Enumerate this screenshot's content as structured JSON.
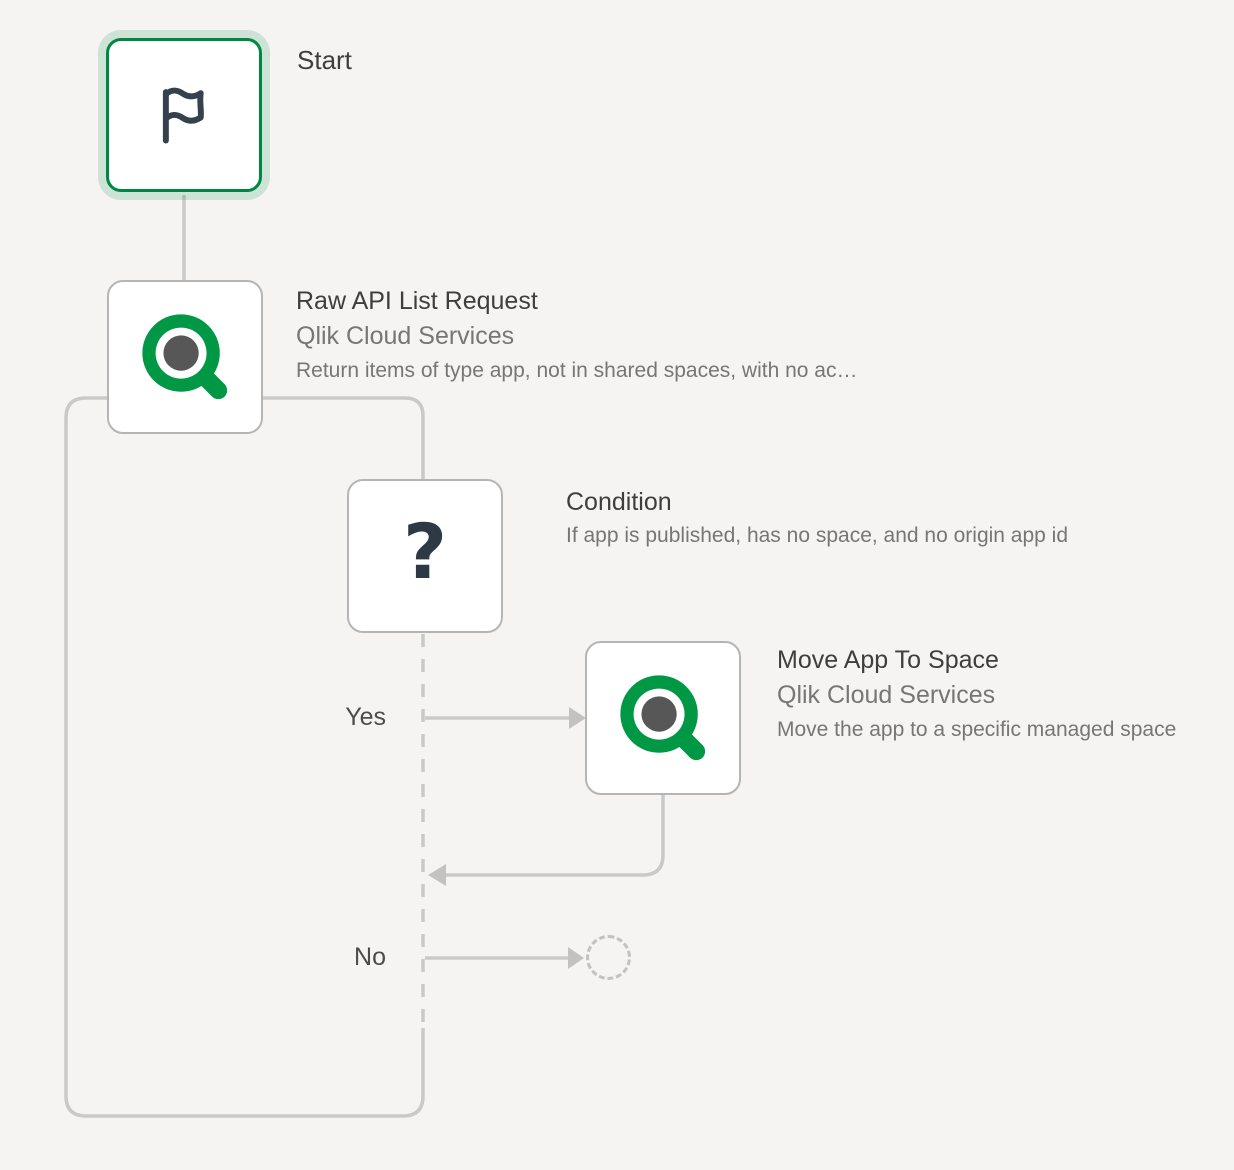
{
  "colors": {
    "background": "#f5f4f2",
    "node_fill": "#ffffff",
    "node_border": "#b5b5b5",
    "connector": "#c9c9c9",
    "brand_green": "#009845",
    "selection_green": "#008843",
    "icon_dark": "#35414d",
    "logo_dot": "#575757",
    "title_text": "#3e3e3e",
    "muted_text": "#767676"
  },
  "nodes": {
    "start": {
      "label": "Start",
      "icon": "flag-icon",
      "selected": true
    },
    "raw_api": {
      "title": "Raw API List Request",
      "subtitle": "Qlik Cloud Services",
      "description": "Return items of type app, not in shared spaces, with no ac…",
      "icon": "qlik-logo-icon"
    },
    "condition": {
      "title": "Condition",
      "description": "If app is published, has no space, and no origin app id",
      "icon": "question-mark-icon",
      "glyph": "?"
    },
    "move_app": {
      "title": "Move App To Space",
      "subtitle": "Qlik Cloud Services",
      "description": "Move the app to a specific managed space",
      "icon": "qlik-logo-icon"
    },
    "placeholder": {
      "icon": "empty-slot-dashed-circle"
    }
  },
  "branches": {
    "yes": "Yes",
    "no": "No"
  }
}
